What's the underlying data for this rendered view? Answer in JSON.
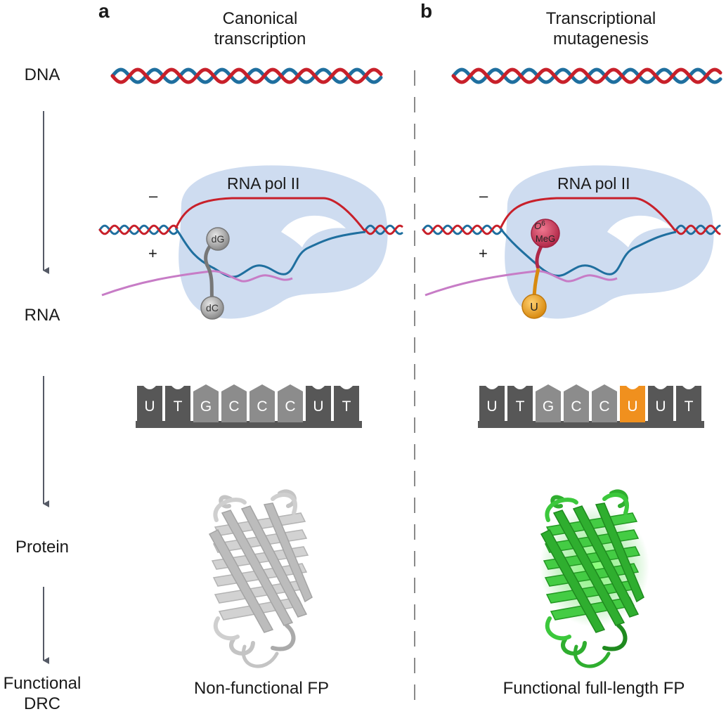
{
  "panels": {
    "a": {
      "letter": "a",
      "title_line1": "Canonical",
      "title_line2": "transcription",
      "pol_label": "RNA pol II",
      "minus_sign": "–",
      "plus_sign": "+",
      "template_base": "dG",
      "incoming_base": "dC",
      "sequence": [
        "U",
        "T",
        "G",
        "C",
        "C",
        "C",
        "U",
        "T"
      ],
      "outcome": "Non-functional FP"
    },
    "b": {
      "letter": "b",
      "title_line1": "Transcriptional",
      "title_line2": "mutagenesis",
      "pol_label": "RNA pol II",
      "minus_sign": "–",
      "plus_sign": "+",
      "lesion_sup": "O",
      "lesion_sup_num": "6",
      "lesion_name": "MeG",
      "incoming_base": "U",
      "sequence": [
        "U",
        "T",
        "G",
        "C",
        "C",
        "U",
        "U",
        "T"
      ],
      "mutated_index": 5,
      "outcome": "Functional full-length FP"
    }
  },
  "stages": {
    "dna": "DNA",
    "rna": "RNA",
    "protein": "Protein",
    "functional_line1": "Functional",
    "functional_line2": "DRC"
  },
  "colors": {
    "dna_red": "#c8202a",
    "dna_blue": "#1f6f9f",
    "rna_pink": "#c77cc6",
    "pol_fill": "#c9d8ee",
    "dark_block": "#575757",
    "light_block": "#8c8c8c",
    "mutation_orange": "#f0901e",
    "lesion_red": "#d2405c",
    "uracil_gold": "#f0a820",
    "grey_protein": "#c4c4c4",
    "green_protein": "#3cc83c"
  }
}
